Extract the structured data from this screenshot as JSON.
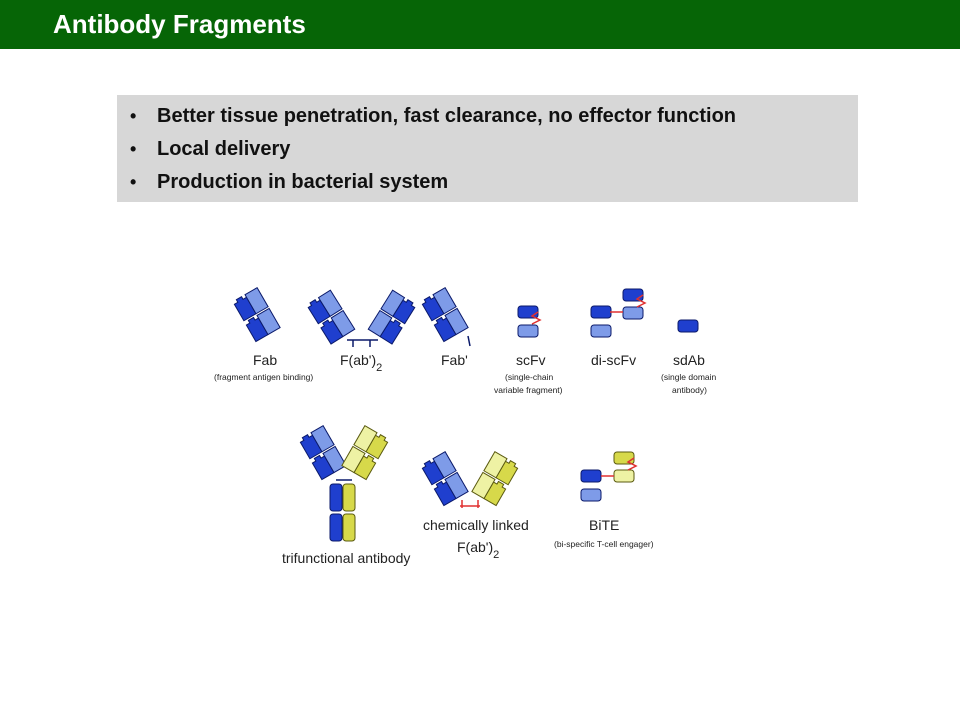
{
  "header": {
    "title": "Antibody Fragments"
  },
  "bullets": [
    "Better tissue penetration, fast clearance, no effector function",
    "Local delivery",
    "Production in bacterial system"
  ],
  "colors": {
    "header_bg": "#066506",
    "box_bg": "#d7d7d7",
    "dark_blue": "#1f3fce",
    "light_blue": "#7e9be8",
    "yellow": "#d7d94a",
    "pale_yellow": "#eef2a4",
    "linker": "#e03030"
  },
  "diagram": {
    "fab": {
      "label": "Fab",
      "sub": "(fragment antigen binding)"
    },
    "fab2": {
      "label": "F(ab')",
      "sub_script": "2"
    },
    "fabprime": {
      "label": "Fab'"
    },
    "scfv": {
      "label": "scFv",
      "sub1": "(single-chain",
      "sub2": "variable fragment)"
    },
    "discfv": {
      "label": "di-scFv"
    },
    "sdab": {
      "label": "sdAb",
      "sub1": "(single domain",
      "sub2": "antibody)"
    },
    "trifunctional": {
      "label": "trifunctional antibody"
    },
    "chem": {
      "label1": "chemically linked",
      "label2": "F(ab')",
      "sub_script": "2"
    },
    "bite": {
      "label": "BiTE",
      "sub": "(bi-specific T-cell engager)"
    }
  }
}
